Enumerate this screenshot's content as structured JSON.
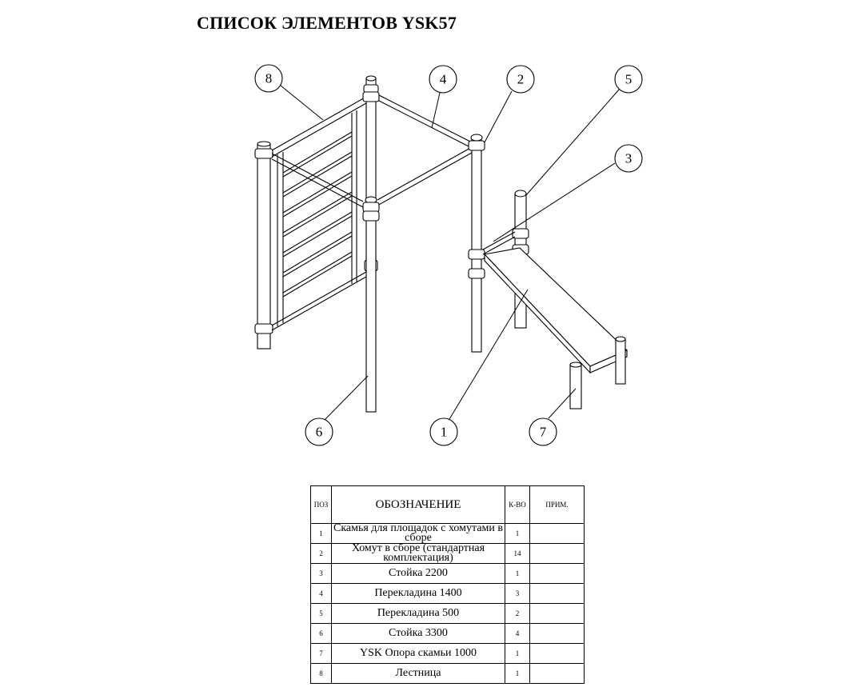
{
  "title": "СПИСОК ЭЛЕМЕНТОВ YSK57",
  "callouts": [
    "1",
    "2",
    "3",
    "4",
    "5",
    "6",
    "7",
    "8"
  ],
  "table": {
    "headers": {
      "pos": "ПОЗ",
      "name": "ОБОЗНАЧЕНИЕ",
      "qty": "К-ВО",
      "note": "ПРИМ."
    },
    "rows": [
      {
        "pos": "1",
        "name": "Скамья для площадок с хомутами в сборе",
        "qty": "1",
        "note": ""
      },
      {
        "pos": "2",
        "name": "Хомут в сборе (стандартная комплектация)",
        "qty": "14",
        "note": ""
      },
      {
        "pos": "3",
        "name": "Стойка 2200",
        "qty": "1",
        "note": ""
      },
      {
        "pos": "4",
        "name": "Перекладина 1400",
        "qty": "3",
        "note": ""
      },
      {
        "pos": "5",
        "name": "Перекладина 500",
        "qty": "2",
        "note": ""
      },
      {
        "pos": "6",
        "name": "Стойка 3300",
        "qty": "4",
        "note": ""
      },
      {
        "pos": "7",
        "name": "YSK Опора скамьи 1000",
        "qty": "1",
        "note": ""
      },
      {
        "pos": "8",
        "name": "Лестница",
        "qty": "1",
        "note": ""
      }
    ]
  }
}
